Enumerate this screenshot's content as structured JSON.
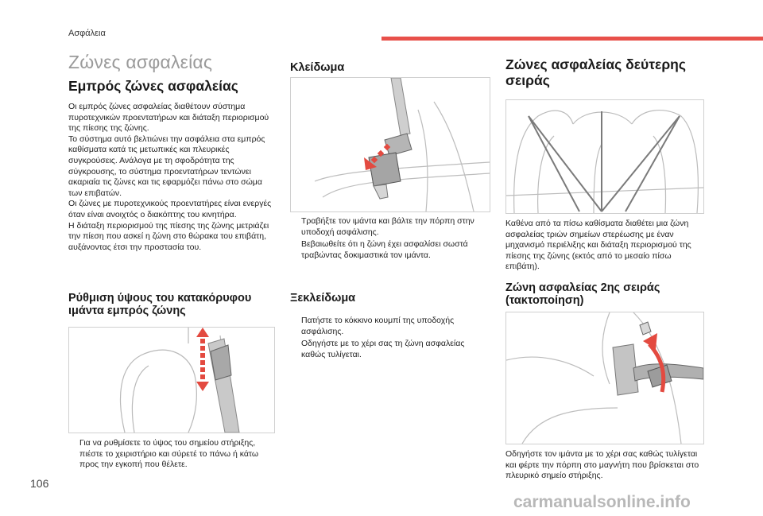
{
  "header": {
    "section_tag": "Ασφάλεια",
    "accent_color": "#e8504a"
  },
  "page_heading": "Ζώνες ασφαλείας",
  "col1": {
    "title": "Εμπρός ζώνες ασφαλείας",
    "paragraph": "Οι εμπρός ζώνες ασφαλείας διαθέτουν σύστημα πυροτεχνικών προεντατήρων και διάταξη περιορισμού της πίεσης της ζώνης.\nΤο σύστημα αυτό βελτιώνει την ασφάλεια στα εμπρός καθίσματα κατά τις μετωπικές και πλευρικές συγκρούσεις. Ανάλογα με τη σφοδρότητα της σύγκρουσης, το σύστημα προεντατήρων τεντώνει ακαριαία τις ζώνες και τις εφαρμόζει πάνω στο σώμα των επιβατών.\nΟι ζώνες με πυροτεχνικούς προεντατήρες είναι ενεργές όταν είναι ανοιχτός ο διακόπτης του κινητήρα.\nΗ διάταξη περιορισμού της πίεσης της ζώνης μετριάζει την πίεση που ασκεί η ζώνη στο θώρακα του επιβάτη, αυξάνοντας έτσι την προστασία του.",
    "subtitle": "Ρύθμιση ύψους του κατακόρυφου ιμάντα εμπρός ζώνης",
    "bullets": [
      "Για να ρυθμίσετε το ύψος του σημείου στήριξης, πιέστε το χειριστήριο και σύρετέ το πάνω ή κάτω προς την εγκοπή που θέλετε."
    ]
  },
  "col2": {
    "title_lock": "Κλείδωμα",
    "bullets_lock": [
      "Τραβήξτε τον ιμάντα και βάλτε την πόρπη στην υποδοχή ασφάλισης.",
      "Βεβαιωθείτε ότι η ζώνη έχει ασφαλίσει σωστά τραβώντας δοκιμαστικά τον ιμάντα."
    ],
    "title_unlock": "Ξεκλείδωμα",
    "bullets_unlock": [
      "Πατήστε το κόκκινο κουμπί της υποδοχής ασφάλισης.",
      "Οδηγήστε με το χέρι σας τη ζώνη ασφαλείας καθώς τυλίγεται."
    ]
  },
  "col3": {
    "title": "Ζώνες ασφαλείας δεύτερης σειράς",
    "paragraph": "Καθένα από τα πίσω καθίσματα διαθέτει μια ζώνη ασφαλείας τριών σημείων στερέωσης με έναν μηχανισμό περιέλιξης και διάταξη περιορισμού της πίεσης της ζώνης (εκτός από το μεσαίο πίσω επιβάτη).",
    "subtitle": "Ζώνη ασφαλείας 2ης σειράς (τακτοποίηση)",
    "paragraph2": "Οδηγήστε τον ιμάντα με το χέρι σας καθώς τυλίγεται και φέρτε την πόρπη στο μαγνήτη που βρίσκεται στο πλευρικό σημείο στήριξης."
  },
  "bullet_mark": "",
  "page_number": "106",
  "watermark": "carmanualsonline.info"
}
